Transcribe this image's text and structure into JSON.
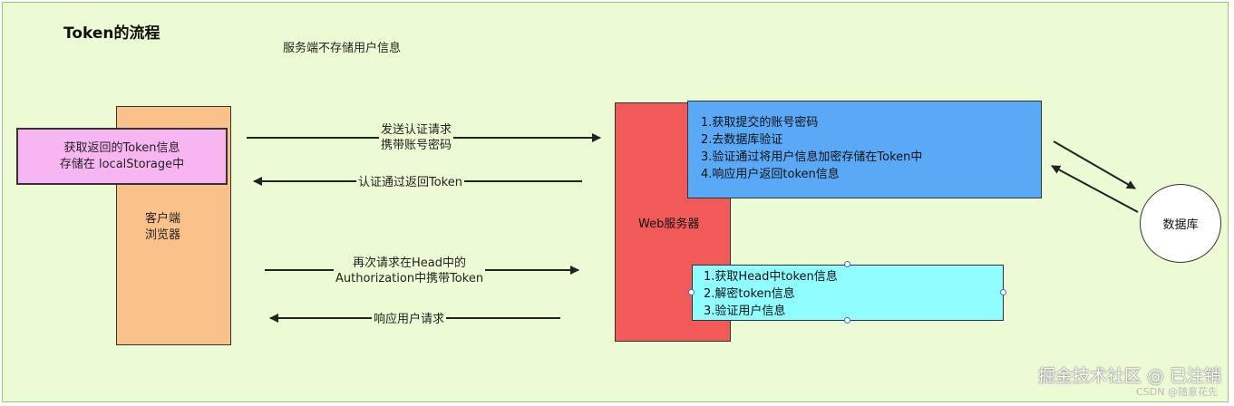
{
  "title": "Token的流程",
  "subtitle": "服务端不存储用户信息",
  "client": {
    "label_line1": "客户端",
    "label_line2": "浏览器"
  },
  "storage": {
    "line1": "获取返回的Token信息",
    "line2": "存储在 localStorage中"
  },
  "server": {
    "label": "Web服务器"
  },
  "login_steps": [
    "1.获取提交的账号密码",
    "2.去数据库验证",
    "3.验证通过将用户信息加密存储在Token中",
    "4.响应用户返回token信息"
  ],
  "request_steps": [
    "1.获取Head中token信息",
    "2.解密token信息",
    "3.验证用户信息"
  ],
  "database": {
    "label": "数据库"
  },
  "arrows": {
    "send_auth_line1": "发送认证请求",
    "send_auth_line2": "携带账号密码",
    "auth_return": "认证通过返回Token",
    "request_again_line1": "再次请求在Head中的",
    "request_again_line2": "Authorization中携带Token",
    "respond": "响应用户请求"
  },
  "watermark": "掘金技术社区 @ 已注销",
  "csdn_mark": "CSDN @随意花先",
  "colors": {
    "background": "#ecfbd3",
    "client": "#fbc18b",
    "storage": "#f7b6f2",
    "server": "#f25a5a",
    "login_steps": "#5aa9f6",
    "request_steps": "#8ffcff"
  }
}
